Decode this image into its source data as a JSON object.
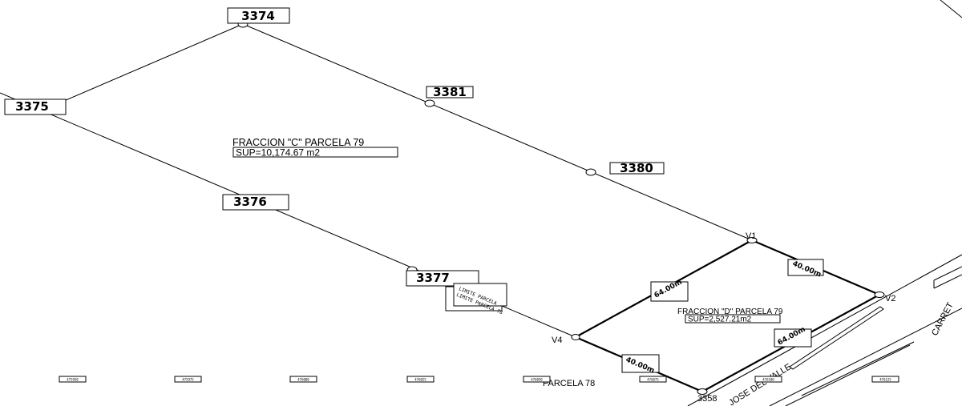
{
  "vertices": [
    {
      "id": "v3374",
      "label": "3374"
    },
    {
      "id": "v3375",
      "label": "3375"
    },
    {
      "id": "v3381",
      "label": "3381"
    },
    {
      "id": "v3380",
      "label": "3380"
    },
    {
      "id": "v3376",
      "label": "3376"
    },
    {
      "id": "v3377",
      "label": "3377"
    }
  ],
  "parcel_c": {
    "name": "FRACCION \"C\" PARCELA 79",
    "area": "SUP=10,174.67  m2"
  },
  "parcel_d": {
    "name": "FRACCION \"D\" PARCELA 79",
    "area": "SUP=2,527.21m2"
  },
  "corners": {
    "v1": "V1",
    "v2": "V2",
    "v4": "V4",
    "c3358": "3358"
  },
  "dimensions": {
    "top_edge": "40.00m",
    "left_edge": "64.00m",
    "bottom_edge": "40.00m",
    "right_edge": "64.00m"
  },
  "neighbor": {
    "parcela78": "PARCELA 78"
  },
  "limit_note": {
    "line1": "LIMITE PARCELA",
    "line2": "LIMITE PARCELA 78"
  },
  "roads": {
    "valle": "JOSE DEL VALLE",
    "carretera": "CARRET"
  },
  "grid_ticks": [
    "475950",
    "475975",
    "476000",
    "476025",
    "476050",
    "476075",
    "476100",
    "476125"
  ]
}
